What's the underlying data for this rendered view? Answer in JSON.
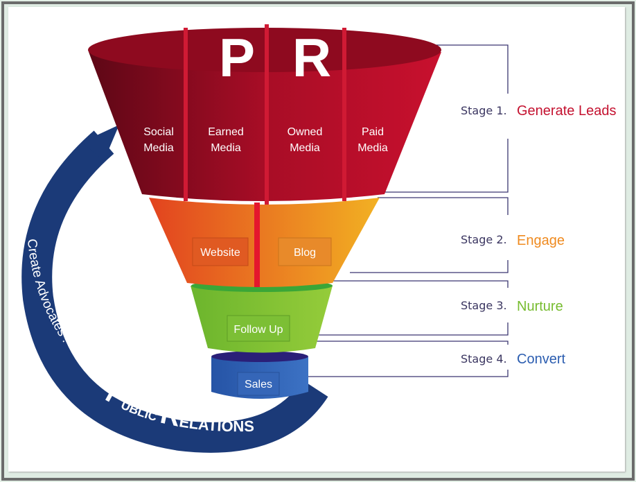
{
  "funnel": {
    "letters": [
      "P",
      "R"
    ],
    "stage1_channels": [
      {
        "line1": "Social",
        "line2": "Media"
      },
      {
        "line1": "Earned",
        "line2": "Media"
      },
      {
        "line1": "Owned",
        "line2": "Media"
      },
      {
        "line1": "Paid",
        "line2": "Media"
      }
    ],
    "stage2_items": [
      "Website",
      "Blog"
    ],
    "stage3_item": "Follow Up",
    "stage4_item": "Sales"
  },
  "stages": [
    {
      "number": "Stage 1.",
      "name": "Generate Leads",
      "color": "#c4112f"
    },
    {
      "number": "Stage 2.",
      "name": "Engage",
      "color": "#ef8a1f"
    },
    {
      "number": "Stage 3.",
      "name": "Nurture",
      "color": "#77bc2f"
    },
    {
      "number": "Stage 4.",
      "name": "Convert",
      "color": "#2b5db0"
    }
  ],
  "arc": {
    "prefix": "Create Advocates :",
    "word1_initial": "P",
    "word1_rest": "UBLIC",
    "word2_initial": "R",
    "word2_rest": "ELATIONS",
    "color": "#1b3a78"
  }
}
